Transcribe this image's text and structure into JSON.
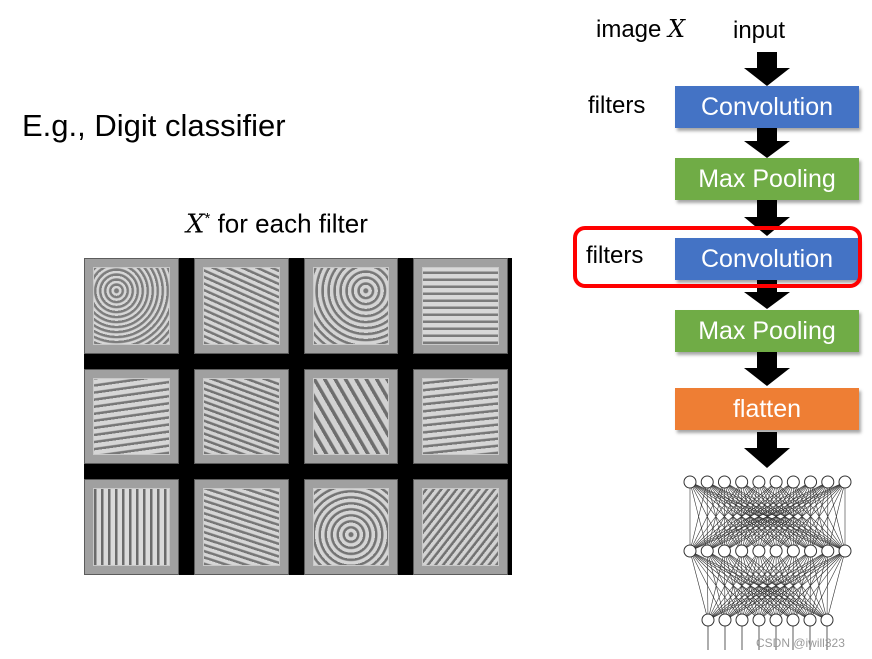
{
  "slide": {
    "heading": "E.g., Digit classifier",
    "caption_var": "X",
    "caption_sup": "*",
    "caption_rest": " for each filter",
    "watermark": "CSDN @iwill323"
  },
  "tiles": 12,
  "pipeline": {
    "image_label_text": "image ",
    "image_label_var": "X",
    "input_label": "input",
    "filters_label_1": "filters",
    "filters_label_2": "filters",
    "layers": [
      "Convolution",
      "Max Pooling",
      "Convolution",
      "Max Pooling",
      "flatten"
    ],
    "highlighted_layer_index": 2
  },
  "colors": {
    "convolution": "#4473c5",
    "max_pooling": "#70ac46",
    "flatten": "#ee7e34",
    "highlight": "#ff0000"
  },
  "network": {
    "layer_sizes": [
      10,
      10,
      8
    ]
  }
}
